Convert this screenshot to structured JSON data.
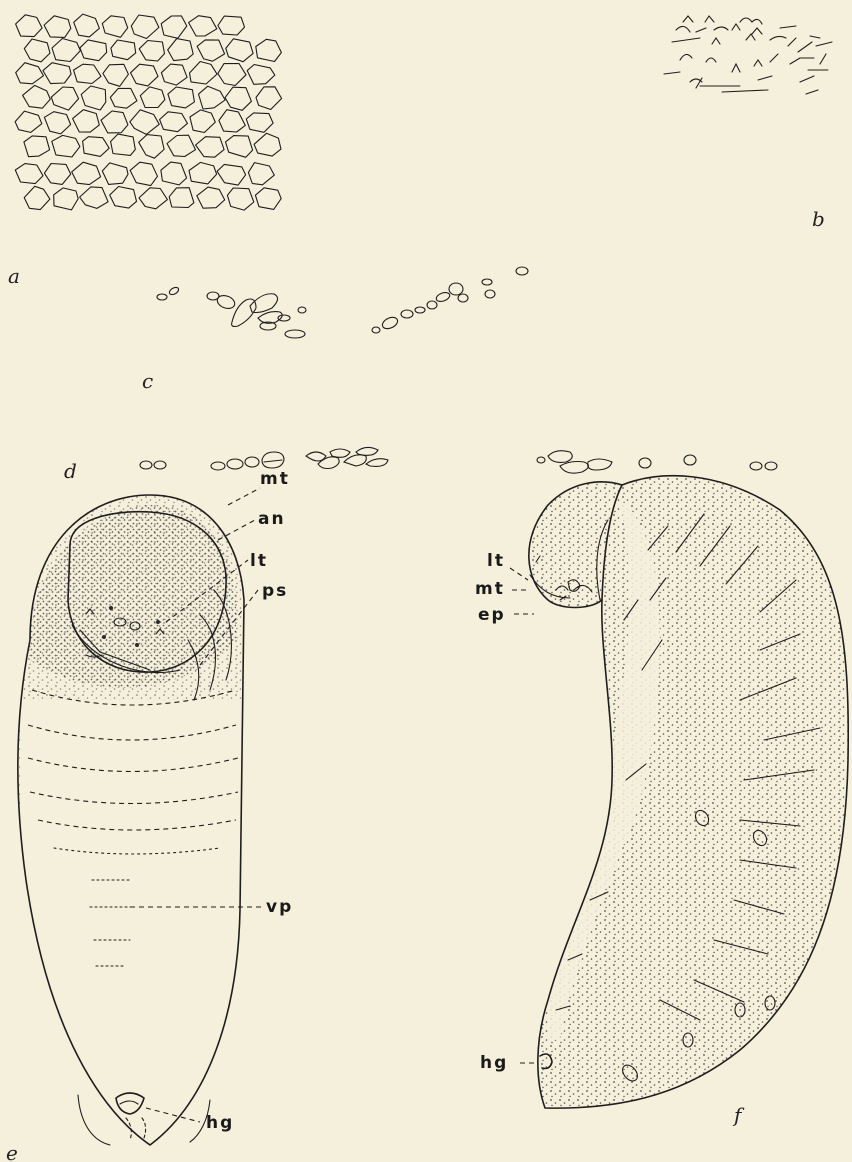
{
  "panels": {
    "a": "a",
    "b": "b",
    "c": "c",
    "d": "d",
    "e": "e",
    "f": "f"
  },
  "labels_e": {
    "mt": "mt",
    "an": "an",
    "lt": "lt",
    "ps": "ps",
    "vp": "vp",
    "hg": "hg"
  },
  "labels_f": {
    "lt": "lt",
    "mt": "mt",
    "ep": "ep",
    "hg": "hg"
  }
}
